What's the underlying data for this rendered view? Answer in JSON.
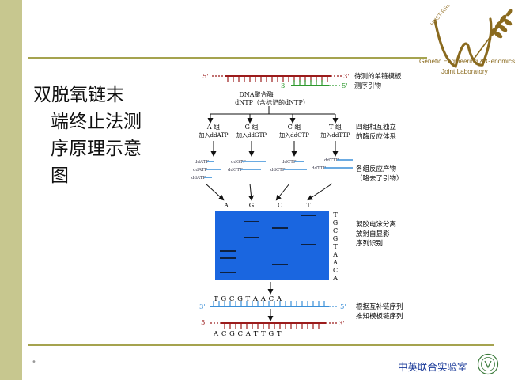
{
  "slide": {
    "title_lines": [
      "双脱氧链末",
      "端终止法测",
      "序原理示意",
      "图"
    ],
    "footer": "中英联合实验室",
    "logo": {
      "line1": "Genetic Engineering & Genomics",
      "line2": "Joint Laboratory",
      "arc_text": "HUST-RRes"
    },
    "colors": {
      "sidebar": "#c7c78f",
      "rule": "#a5a34f",
      "gel": "#1a66e0",
      "template": "#9b1b1b",
      "primer": "#2e9a2e",
      "product": "#3a8fd8"
    }
  },
  "diagram": {
    "template": {
      "end5": "5'",
      "end3": "3'",
      "label": "待测的单链模板"
    },
    "primer": {
      "end3": "3'",
      "end5": "5'",
      "label": "测序引物"
    },
    "enzyme": {
      "line1": "DNA聚合酶",
      "line2": "dNTP（含标记的dNTP）"
    },
    "groups": [
      {
        "name": "A 组",
        "add": "加入ddATP"
      },
      {
        "name": "G 组",
        "add": "加入ddGTP"
      },
      {
        "name": "C 组",
        "add": "加入ddCTP"
      },
      {
        "name": "T 组",
        "add": "加入ddTTP"
      }
    ],
    "groups_note": {
      "line1": "四组相互独立",
      "line2": "的酶反应体系"
    },
    "product_tags": {
      "A": [
        "ddATP",
        "ddATP",
        "ddATP"
      ],
      "G": [
        "ddGTP",
        "ddGTP"
      ],
      "C": [
        "ddCTP",
        "ddCTP"
      ],
      "T": [
        "ddTTP",
        "ddTTP"
      ]
    },
    "products_note": {
      "line1": "各组反应产物",
      "line2": "（略去了引物）"
    },
    "lanes": [
      "A",
      "G",
      "C",
      "T"
    ],
    "gel_side_sequence": [
      "T",
      "G",
      "C",
      "G",
      "T",
      "A",
      "A",
      "C",
      "A"
    ],
    "gel_note": {
      "line1": "凝胶电泳分离",
      "line2": "放射自显影",
      "line3": "序列识别"
    },
    "read_sequence": "T G C G T A A C A",
    "complement": {
      "end3": "3'",
      "end5": "5'",
      "label1": "根据互补链序列",
      "label2": "推知模板链序列"
    },
    "bottom_template": {
      "end5": "5'",
      "end3": "3'"
    },
    "template_sequence": "A C G C A T T G T"
  }
}
